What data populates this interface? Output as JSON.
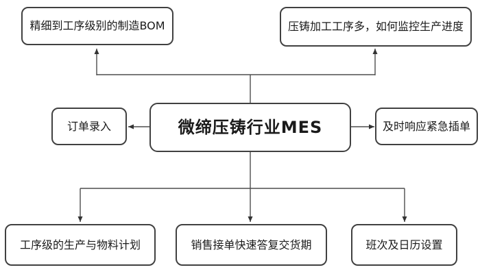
{
  "diagram": {
    "title": "微缔压铸行业MES",
    "nodes": {
      "top_left": "精细到工序级别的制造BOM",
      "top_right": "压铸加工工序多，如何监控生产进度",
      "mid_left": "订单录入",
      "center": "微缔压铸行业MES",
      "mid_right": "及时响应紧急插单",
      "bottom_left": "工序级的生产与物料计划",
      "bottom_mid": "销售接单快速答复交货期",
      "bottom_right": "班次及日历设置"
    },
    "colors": {
      "box_border": "#404040",
      "connector_line": "#4d4d4d",
      "text": "#1a1a1a",
      "background": "#ffffff"
    }
  }
}
